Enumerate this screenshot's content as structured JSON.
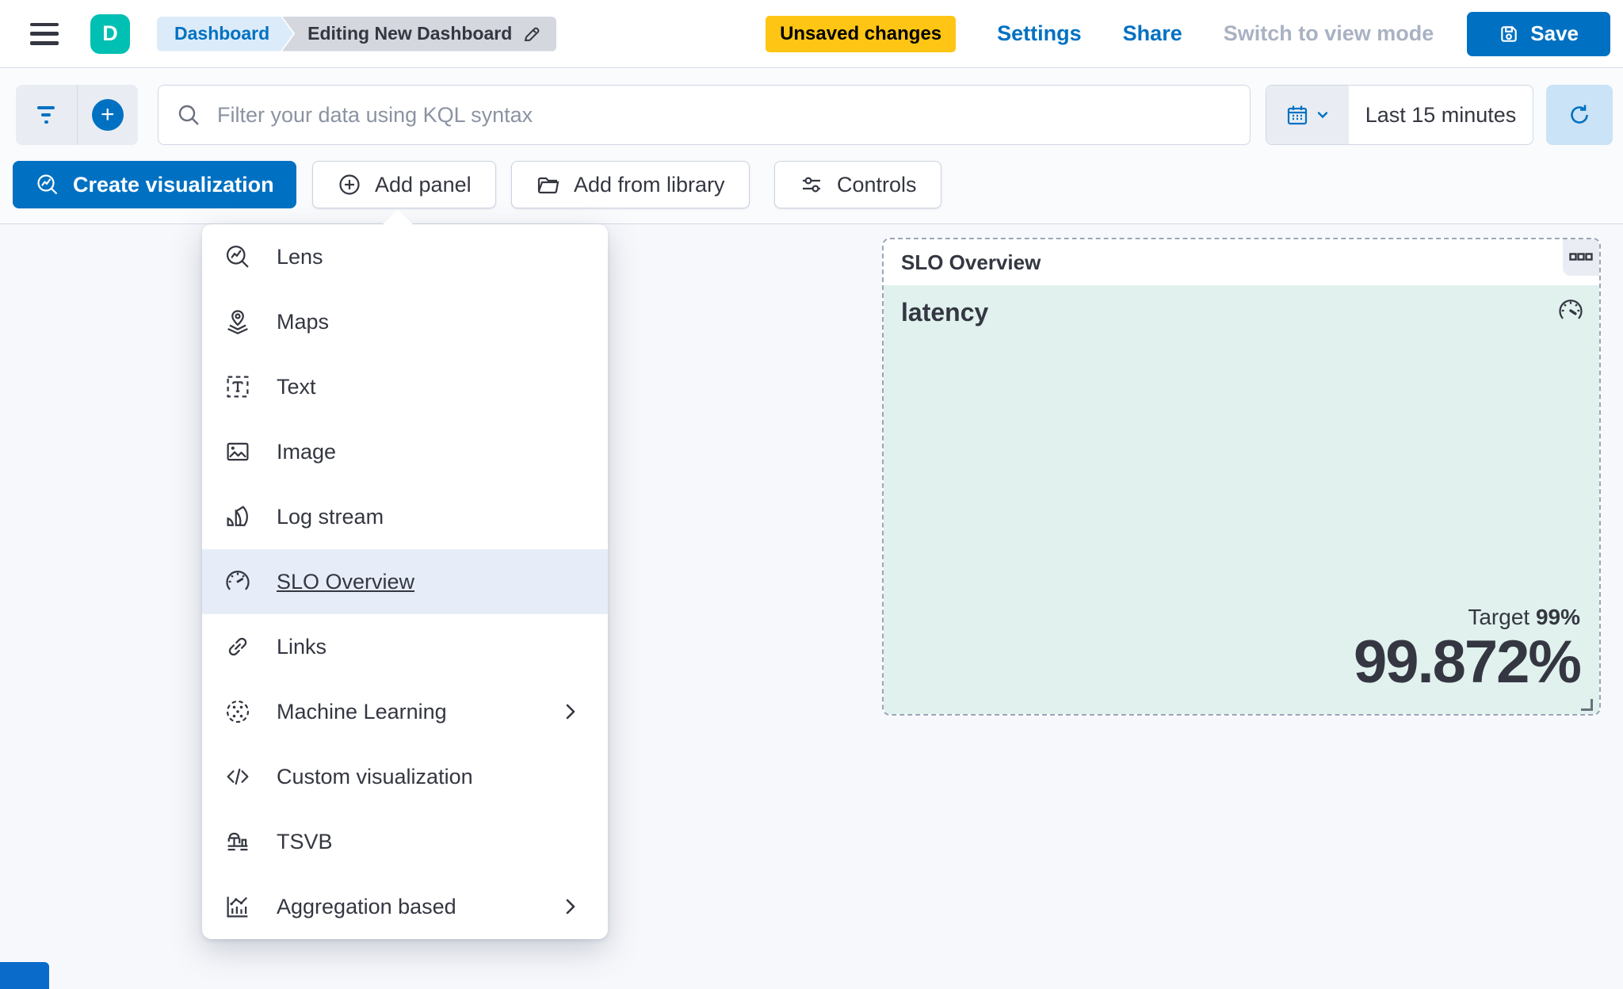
{
  "topbar": {
    "logo_letter": "D",
    "breadcrumbs": {
      "root": "Dashboard",
      "current": "Editing New Dashboard"
    },
    "unsaved_badge": "Unsaved changes",
    "settings_link": "Settings",
    "share_link": "Share",
    "view_mode_link": "Switch to view mode",
    "save_label": "Save"
  },
  "filter_bar": {
    "search_placeholder": "Filter your data using KQL syntax",
    "time_range": "Last 15 minutes"
  },
  "toolbar": {
    "create_visualization": "Create visualization",
    "add_panel": "Add panel",
    "add_from_library": "Add from library",
    "controls": "Controls"
  },
  "add_panel_menu": {
    "items": [
      {
        "label": "Lens",
        "icon": "lens-icon",
        "selected": false,
        "has_submenu": false
      },
      {
        "label": "Maps",
        "icon": "maps-icon",
        "selected": false,
        "has_submenu": false
      },
      {
        "label": "Text",
        "icon": "text-icon",
        "selected": false,
        "has_submenu": false
      },
      {
        "label": "Image",
        "icon": "image-icon",
        "selected": false,
        "has_submenu": false
      },
      {
        "label": "Log stream",
        "icon": "log-stream-icon",
        "selected": false,
        "has_submenu": false
      },
      {
        "label": "SLO Overview",
        "icon": "gauge-icon",
        "selected": true,
        "has_submenu": false
      },
      {
        "label": "Links",
        "icon": "link-icon",
        "selected": false,
        "has_submenu": false
      },
      {
        "label": "Machine Learning",
        "icon": "machine-learning-icon",
        "selected": false,
        "has_submenu": true
      },
      {
        "label": "Custom visualization",
        "icon": "code-icon",
        "selected": false,
        "has_submenu": false
      },
      {
        "label": "TSVB",
        "icon": "tsvb-icon",
        "selected": false,
        "has_submenu": false
      },
      {
        "label": "Aggregation based",
        "icon": "aggregation-icon",
        "selected": false,
        "has_submenu": true
      }
    ]
  },
  "slo_panel": {
    "title": "SLO Overview",
    "metric_label": "latency",
    "target_label": "Target",
    "target_value": "99%",
    "value": "99.872%"
  },
  "colors": {
    "primary_blue": "#0071c2",
    "brand_teal": "#00bfb3",
    "warning_yellow": "#fec514",
    "text_dark": "#343741",
    "panel_mint": "#e0f1ee",
    "dashed_border": "#9aa5b8",
    "selected_row": "#e7edf8"
  }
}
